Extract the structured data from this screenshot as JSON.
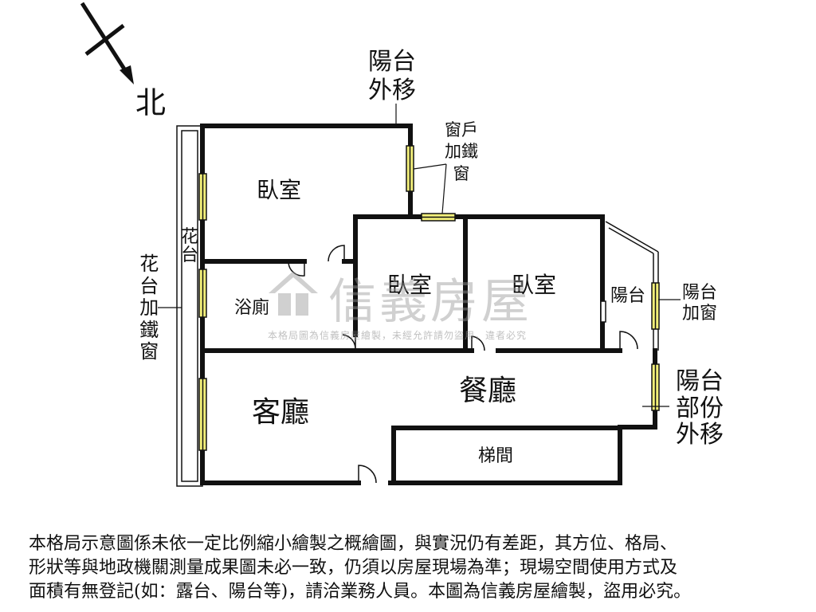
{
  "compass": {
    "label": "北"
  },
  "rooms": {
    "bedroom_1": "臥室",
    "bedroom_2": "臥室",
    "bedroom_3": "臥室",
    "bathroom": "浴廁",
    "living_room": "客廳",
    "dining_room": "餐廳",
    "stairwell": "梯間",
    "balcony": "陽台"
  },
  "annotations": {
    "balcony_moved_out_top": [
      "陽台",
      "外移"
    ],
    "window_iron_bars": [
      "窗戶",
      "加鐵",
      "窗"
    ],
    "planter_inner": "花台",
    "planter_iron_window": "花台加鐵窗",
    "balcony_window": [
      "陽台",
      "加窗"
    ],
    "balcony_partial_moved_out": [
      "陽台",
      "部份",
      "外移"
    ]
  },
  "watermark": {
    "brand": "信義房屋",
    "note": "本格局圖為信義房屋繪製，未經允許請勿盜用，違者必究"
  },
  "disclaimer": [
    "本格局示意圖係未依一定比例縮小繪製之概繪圖，與實況仍有差距，其方位、格局、",
    "形狀等與地政機關測量成果圖未必一致，仍須以房屋現場為準；現場空間使用方式及",
    "面積有無登記(如：露台、陽台等)，請洽業務人員。本圖為信義房屋繪製，盜用必究。"
  ],
  "colors": {
    "wall": "#111111",
    "window_fill": "#f2ef7a",
    "watermark_gray": "#9a9a9a"
  }
}
